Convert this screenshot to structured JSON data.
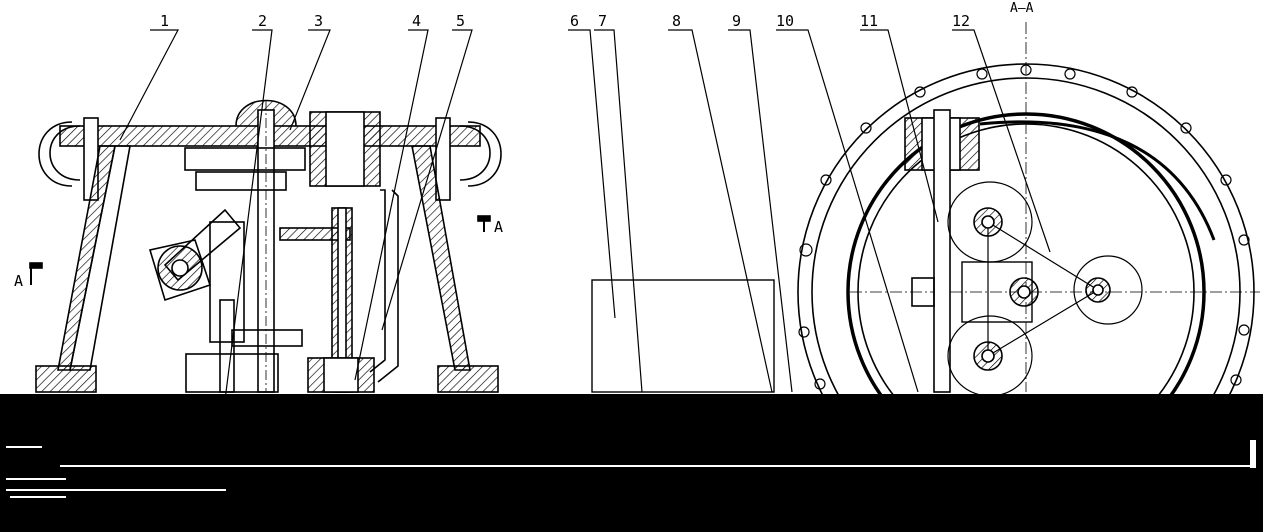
{
  "part_labels": [
    "1",
    "2",
    "3",
    "4",
    "5",
    "6",
    "7",
    "8",
    "9",
    "10",
    "11",
    "12"
  ],
  "section_title": "A–A",
  "section_markers": {
    "left": "A",
    "right": "A"
  },
  "colors": {
    "line": "#000000",
    "paper": "#ffffff",
    "band": "#000000"
  }
}
